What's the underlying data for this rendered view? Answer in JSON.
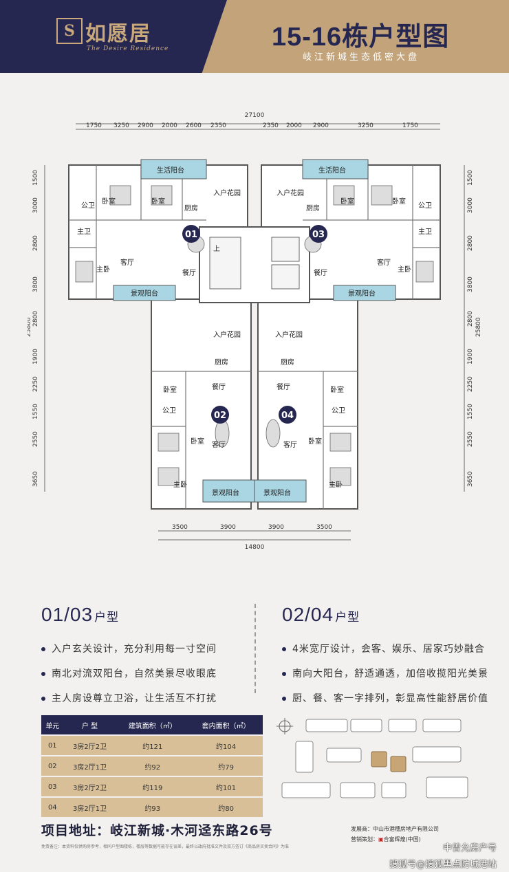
{
  "header": {
    "logo_mark": "S",
    "logo_cn": "如愿居",
    "logo_en": "The Desire Residence",
    "title": "15-16栋户型图",
    "subtitle": "岐江新城生态低密大盘"
  },
  "plan": {
    "top_total": "27100",
    "top_dims": [
      "1750",
      "3250",
      "2900",
      "2000",
      "2600",
      "2350",
      "2350",
      "2000",
      "2900",
      "3250",
      "1750"
    ],
    "left_dims": [
      "1500",
      "3000",
      "2800",
      "3800",
      "2800",
      "1900",
      "2250",
      "1550",
      "2550",
      "3650"
    ],
    "right_dims": [
      "1500",
      "3000",
      "2800",
      "3800",
      "2800",
      "1900",
      "2250",
      "1550",
      "2550",
      "3650"
    ],
    "side_total": "25800",
    "bottom_dims": [
      "3500",
      "3900",
      "3900",
      "3500"
    ],
    "bottom_total": "14800",
    "unit_labels": [
      "01",
      "03",
      "02",
      "04"
    ],
    "rooms": {
      "living_balcony": "生活阳台",
      "entry_garden": "入户花园",
      "bedroom": "卧室",
      "kitchen": "厨房",
      "public_bath": "公卫",
      "master_bath": "主卫",
      "master_bedroom": "主卧",
      "living_room": "客厅",
      "dining_room": "餐厅",
      "view_balcony": "景观阳台",
      "stair_up": "上"
    }
  },
  "left_section": {
    "code": "01/03",
    "suffix": "户型",
    "features": [
      "入户玄关设计，充分利用每一寸空间",
      "南北对流双阳台，自然美景尽收眼底",
      "主人房设尊立卫浴，让生活互不打扰"
    ]
  },
  "right_section": {
    "code": "02/04",
    "suffix": "户型",
    "features": [
      "4米宽厅设计，会客、娱乐、居家巧妙融合",
      "南向大阳台，舒适通透，加倍收揽阳光美景",
      "厨、餐、客一字排列，彰显高性能舒居价值"
    ]
  },
  "table": {
    "headers": [
      "单元",
      "户 型",
      "建筑面积（㎡）",
      "套内面积（㎡）"
    ],
    "rows": [
      [
        "01",
        "3房2厅2卫",
        "约121",
        "约104"
      ],
      [
        "02",
        "3房2厅1卫",
        "约92",
        "约79"
      ],
      [
        "03",
        "3房2厅2卫",
        "约119",
        "约101"
      ],
      [
        "04",
        "3房2厅1卫",
        "约93",
        "约80"
      ]
    ]
  },
  "footer": {
    "address": "项目地址：岐江新城·木河迳东路26号",
    "disclaimer": "免责备注：本资料仅供购房参考，相同户型图楼栋，楼层等数据可能存在误差，最终以政府批准文件及双方签订《商品房买卖合同》为准",
    "developer_label": "发展商",
    "developer": "中山市港穗房地产有限公司",
    "planner_label": "营销策划",
    "planner": "合富辉煌",
    "planner_sub": "(中国)"
  },
  "watermarks": [
    "中曾允房产号",
    "搜狐号@搜狐黑点防城港站"
  ]
}
